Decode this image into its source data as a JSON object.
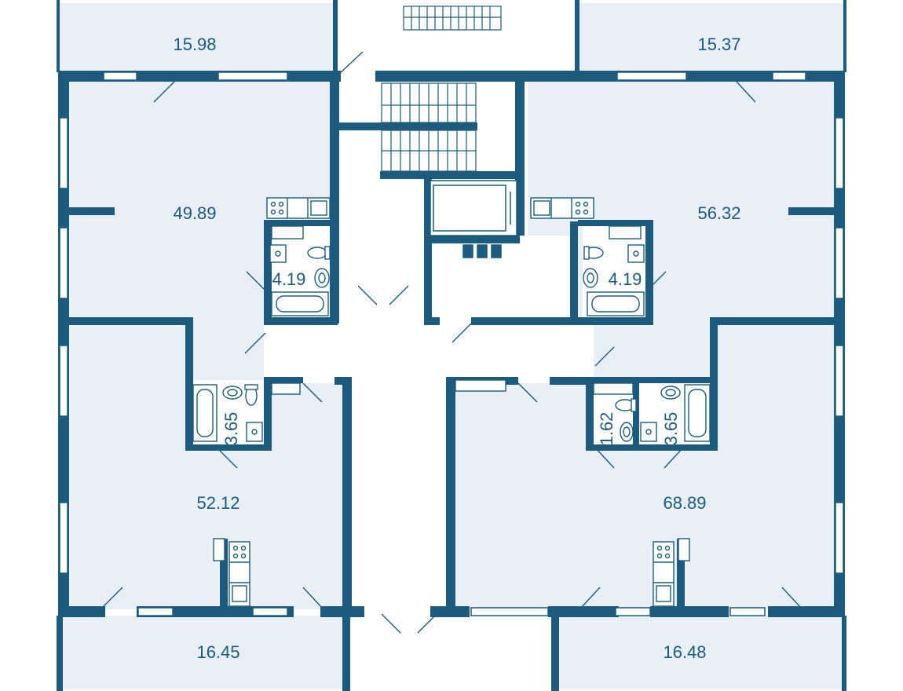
{
  "colors": {
    "wall": "#1c5a7e",
    "room_fill": "#e9eff6",
    "corridor_fill": "#ffffff",
    "window_fill": "#ffffff"
  },
  "rooms": {
    "balcony_top_left": "15.98",
    "balcony_top_right": "15.37",
    "apartment_top_left": "49.89",
    "apartment_top_right": "56.32",
    "bathroom_top_left": "4.19",
    "bathroom_top_right": "4.19",
    "bathroom_bottom_left": "3.65",
    "bathroom_bottom_right": "3.65",
    "toilet_bottom_right": "1.62",
    "apartment_bottom_left": "52.12",
    "apartment_bottom_right": "68.89",
    "balcony_bottom_left": "16.45",
    "balcony_bottom_right": "16.48"
  },
  "icons": [
    "stair-icon",
    "elevator-icon",
    "bathtub-icon",
    "toilet-icon",
    "sink-icon",
    "stove-icon",
    "door-swing-icon",
    "window-icon"
  ]
}
